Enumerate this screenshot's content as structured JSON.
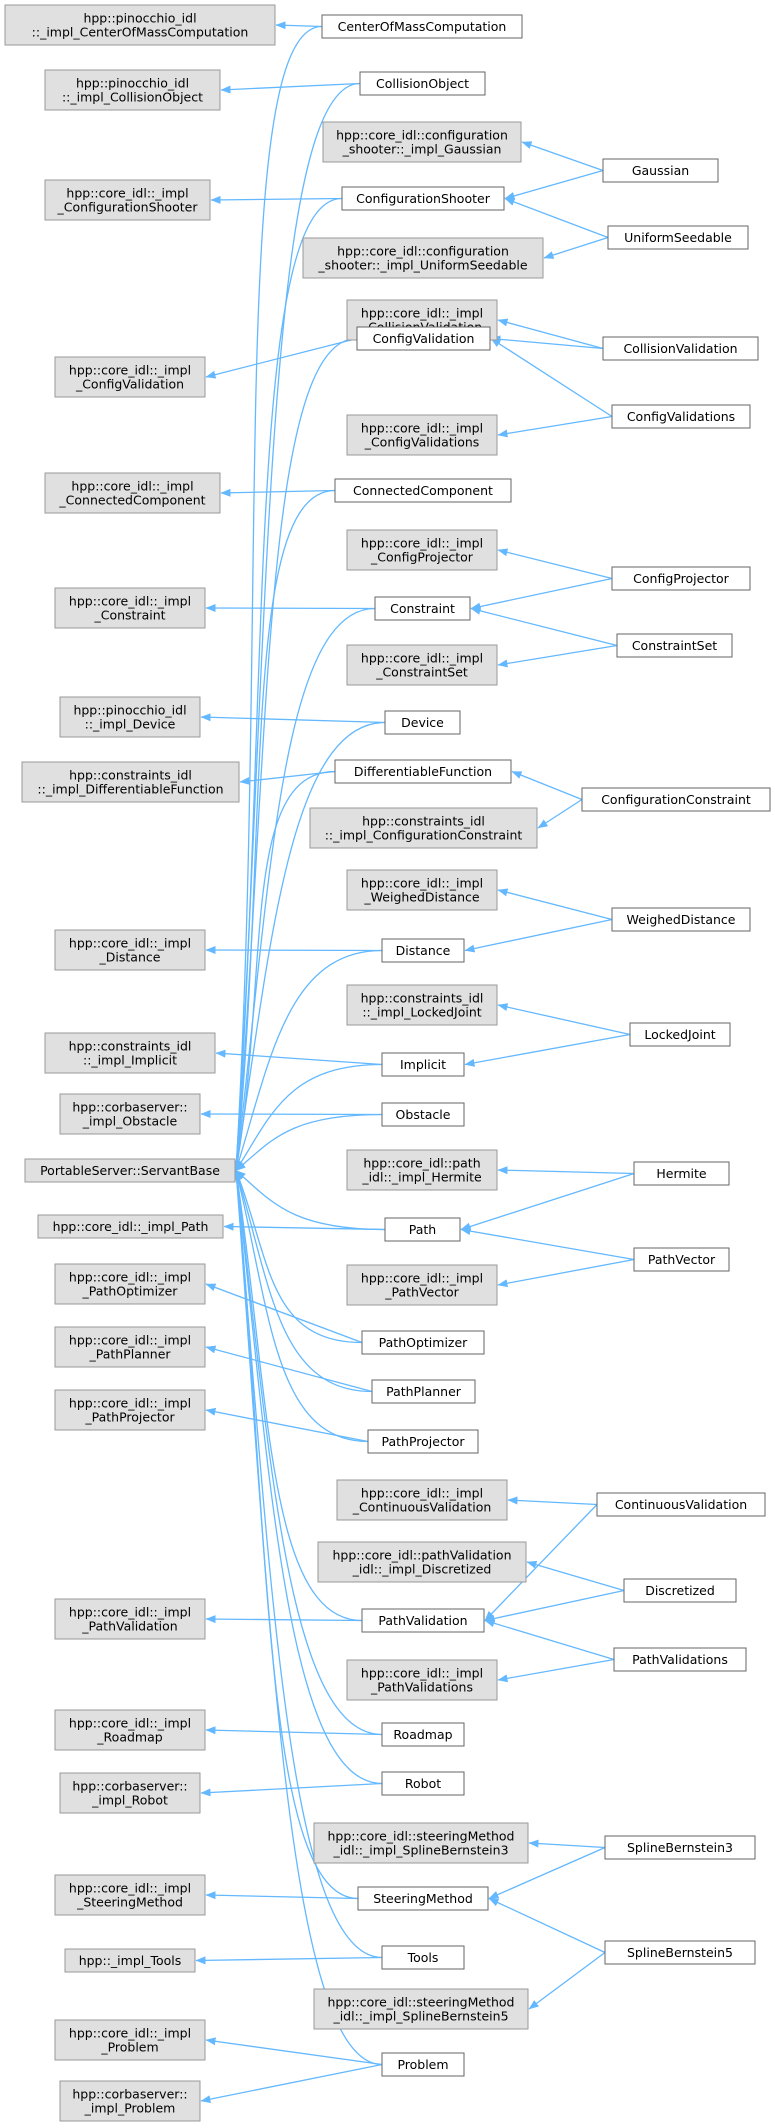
{
  "nodes": {
    "b_com": {
      "lines": [
        "hpp::pinocchio_idl",
        "::_impl_CenterOfMassComputation"
      ],
      "kind": "base"
    },
    "b_col": {
      "lines": [
        "hpp::pinocchio_idl",
        "::_impl_CollisionObject"
      ],
      "kind": "base"
    },
    "b_cs": {
      "lines": [
        "hpp::core_idl::_impl",
        "_ConfigurationShooter"
      ],
      "kind": "base"
    },
    "b_cv": {
      "lines": [
        "hpp::core_idl::_impl",
        "_ConfigValidation"
      ],
      "kind": "base"
    },
    "b_cc": {
      "lines": [
        "hpp::core_idl::_impl",
        "_ConnectedComponent"
      ],
      "kind": "base"
    },
    "b_con": {
      "lines": [
        "hpp::core_idl::_impl",
        "_Constraint"
      ],
      "kind": "base"
    },
    "b_dev": {
      "lines": [
        "hpp::pinocchio_idl",
        "::_impl_Device"
      ],
      "kind": "base"
    },
    "b_df": {
      "lines": [
        "hpp::constraints_idl",
        "::_impl_DifferentiableFunction"
      ],
      "kind": "base"
    },
    "b_dist": {
      "lines": [
        "hpp::core_idl::_impl",
        "_Distance"
      ],
      "kind": "base"
    },
    "b_imp": {
      "lines": [
        "hpp::constraints_idl",
        "::_impl_Implicit"
      ],
      "kind": "base"
    },
    "b_obs": {
      "lines": [
        "hpp::corbaserver::",
        "_impl_Obstacle"
      ],
      "kind": "base"
    },
    "psb": {
      "lines": [
        "PortableServer::ServantBase"
      ],
      "kind": "base"
    },
    "b_path": {
      "lines": [
        "hpp::core_idl::_impl_Path"
      ],
      "kind": "base"
    },
    "b_po": {
      "lines": [
        "hpp::core_idl::_impl",
        "_PathOptimizer"
      ],
      "kind": "base"
    },
    "b_pp": {
      "lines": [
        "hpp::core_idl::_impl",
        "_PathPlanner"
      ],
      "kind": "base"
    },
    "b_pproj": {
      "lines": [
        "hpp::core_idl::_impl",
        "_PathProjector"
      ],
      "kind": "base"
    },
    "b_pv": {
      "lines": [
        "hpp::core_idl::_impl",
        "_PathValidation"
      ],
      "kind": "base"
    },
    "b_rm": {
      "lines": [
        "hpp::core_idl::_impl",
        "_Roadmap"
      ],
      "kind": "base"
    },
    "b_rob": {
      "lines": [
        "hpp::corbaserver::",
        "_impl_Robot"
      ],
      "kind": "base"
    },
    "b_sm": {
      "lines": [
        "hpp::core_idl::_impl",
        "_SteeringMethod"
      ],
      "kind": "base"
    },
    "b_tools": {
      "lines": [
        "hpp::_impl_Tools"
      ],
      "kind": "base"
    },
    "b_prob1": {
      "lines": [
        "hpp::core_idl::_impl",
        "_Problem"
      ],
      "kind": "base"
    },
    "b_prob2": {
      "lines": [
        "hpp::corbaserver::",
        "_impl_Problem"
      ],
      "kind": "base"
    },
    "b_gauss": {
      "lines": [
        "hpp::core_idl::configuration",
        "_shooter::_impl_Gaussian"
      ],
      "kind": "base"
    },
    "b_us": {
      "lines": [
        "hpp::core_idl::configuration",
        "_shooter::_impl_UniformSeedable"
      ],
      "kind": "base"
    },
    "b_colv": {
      "lines": [
        "hpp::core_idl::_impl",
        "_CollisionValidation"
      ],
      "kind": "base"
    },
    "b_cvs": {
      "lines": [
        "hpp::core_idl::_impl",
        "_ConfigValidations"
      ],
      "kind": "base"
    },
    "b_cp": {
      "lines": [
        "hpp::core_idl::_impl",
        "_ConfigProjector"
      ],
      "kind": "base"
    },
    "b_cset": {
      "lines": [
        "hpp::core_idl::_impl",
        "_ConstraintSet"
      ],
      "kind": "base"
    },
    "b_confc": {
      "lines": [
        "hpp::constraints_idl",
        "::_impl_ConfigurationConstraint"
      ],
      "kind": "base"
    },
    "b_wd": {
      "lines": [
        "hpp::core_idl::_impl",
        "_WeighedDistance"
      ],
      "kind": "base"
    },
    "b_lj": {
      "lines": [
        "hpp::constraints_idl",
        "::_impl_LockedJoint"
      ],
      "kind": "base"
    },
    "b_herm": {
      "lines": [
        "hpp::core_idl::path",
        "_idl::_impl_Hermite"
      ],
      "kind": "base"
    },
    "b_pvec": {
      "lines": [
        "hpp::core_idl::_impl",
        "_PathVector"
      ],
      "kind": "base"
    },
    "b_contv": {
      "lines": [
        "hpp::core_idl::_impl",
        "_ContinuousValidation"
      ],
      "kind": "base"
    },
    "b_disc": {
      "lines": [
        "hpp::core_idl::pathValidation",
        "_idl::_impl_Discretized"
      ],
      "kind": "base"
    },
    "b_pvs": {
      "lines": [
        "hpp::core_idl::_impl",
        "_PathValidations"
      ],
      "kind": "base"
    },
    "b_sb3": {
      "lines": [
        "hpp::core_idl::steeringMethod",
        "_idl::_impl_SplineBernstein3"
      ],
      "kind": "base"
    },
    "b_sb5": {
      "lines": [
        "hpp::core_idl::steeringMethod",
        "_idl::_impl_SplineBernstein5"
      ],
      "kind": "base"
    },
    "c_com": {
      "lines": [
        "CenterOfMassComputation"
      ],
      "kind": "cls"
    },
    "c_col": {
      "lines": [
        "CollisionObject"
      ],
      "kind": "cls"
    },
    "c_cs": {
      "lines": [
        "ConfigurationShooter"
      ],
      "kind": "cls"
    },
    "c_cv": {
      "lines": [
        "ConfigValidation"
      ],
      "kind": "cls"
    },
    "c_cc": {
      "lines": [
        "ConnectedComponent"
      ],
      "kind": "cls"
    },
    "c_con": {
      "lines": [
        "Constraint"
      ],
      "kind": "cls"
    },
    "c_dev": {
      "lines": [
        "Device"
      ],
      "kind": "cls"
    },
    "c_df": {
      "lines": [
        "DifferentiableFunction"
      ],
      "kind": "cls"
    },
    "c_dist": {
      "lines": [
        "Distance"
      ],
      "kind": "cls"
    },
    "c_imp": {
      "lines": [
        "Implicit"
      ],
      "kind": "cls"
    },
    "c_obs": {
      "lines": [
        "Obstacle"
      ],
      "kind": "cls"
    },
    "c_path": {
      "lines": [
        "Path"
      ],
      "kind": "cls"
    },
    "c_po": {
      "lines": [
        "PathOptimizer"
      ],
      "kind": "cls"
    },
    "c_pp": {
      "lines": [
        "PathPlanner"
      ],
      "kind": "cls"
    },
    "c_pproj": {
      "lines": [
        "PathProjector"
      ],
      "kind": "cls"
    },
    "c_pv": {
      "lines": [
        "PathValidation"
      ],
      "kind": "cls"
    },
    "c_rm": {
      "lines": [
        "Roadmap"
      ],
      "kind": "cls"
    },
    "c_rob": {
      "lines": [
        "Robot"
      ],
      "kind": "cls"
    },
    "c_sm": {
      "lines": [
        "SteeringMethod"
      ],
      "kind": "cls"
    },
    "c_tools": {
      "lines": [
        "Tools"
      ],
      "kind": "cls"
    },
    "c_prob": {
      "lines": [
        "Problem"
      ],
      "kind": "cls"
    },
    "c_gauss": {
      "lines": [
        "Gaussian"
      ],
      "kind": "cls"
    },
    "c_us": {
      "lines": [
        "UniformSeedable"
      ],
      "kind": "cls"
    },
    "c_colv": {
      "lines": [
        "CollisionValidation"
      ],
      "kind": "cls"
    },
    "c_cvs": {
      "lines": [
        "ConfigValidations"
      ],
      "kind": "cls"
    },
    "c_cp": {
      "lines": [
        "ConfigProjector"
      ],
      "kind": "cls"
    },
    "c_cset": {
      "lines": [
        "ConstraintSet"
      ],
      "kind": "cls"
    },
    "c_confc": {
      "lines": [
        "ConfigurationConstraint"
      ],
      "kind": "cls"
    },
    "c_wd": {
      "lines": [
        "WeighedDistance"
      ],
      "kind": "cls"
    },
    "c_lj": {
      "lines": [
        "LockedJoint"
      ],
      "kind": "cls"
    },
    "c_herm": {
      "lines": [
        "Hermite"
      ],
      "kind": "cls"
    },
    "c_pvec": {
      "lines": [
        "PathVector"
      ],
      "kind": "cls"
    },
    "c_contv": {
      "lines": [
        "ContinuousValidation"
      ],
      "kind": "cls"
    },
    "c_disc": {
      "lines": [
        "Discretized"
      ],
      "kind": "cls"
    },
    "c_pvs": {
      "lines": [
        "PathValidations"
      ],
      "kind": "cls"
    },
    "c_sb3": {
      "lines": [
        "SplineBernstein3"
      ],
      "kind": "cls"
    },
    "c_sb5": {
      "lines": [
        "SplineBernstein5"
      ],
      "kind": "cls"
    }
  },
  "inheritance": [
    [
      "c_com",
      "b_com"
    ],
    [
      "c_col",
      "b_col"
    ],
    [
      "c_cs",
      "b_cs"
    ],
    [
      "c_cv",
      "b_cv"
    ],
    [
      "c_cc",
      "b_cc"
    ],
    [
      "c_con",
      "b_con"
    ],
    [
      "c_dev",
      "b_dev"
    ],
    [
      "c_df",
      "b_df"
    ],
    [
      "c_dist",
      "b_dist"
    ],
    [
      "c_imp",
      "b_imp"
    ],
    [
      "c_obs",
      "b_obs"
    ],
    [
      "c_path",
      "b_path"
    ],
    [
      "c_po",
      "b_po"
    ],
    [
      "c_pp",
      "b_pp"
    ],
    [
      "c_pproj",
      "b_pproj"
    ],
    [
      "c_pv",
      "b_pv"
    ],
    [
      "c_rm",
      "b_rm"
    ],
    [
      "c_rob",
      "b_rob"
    ],
    [
      "c_sm",
      "b_sm"
    ],
    [
      "c_tools",
      "b_tools"
    ],
    [
      "c_prob",
      "b_prob1"
    ],
    [
      "c_prob",
      "b_prob2"
    ],
    [
      "c_gauss",
      "b_gauss"
    ],
    [
      "c_gauss",
      "c_cs"
    ],
    [
      "c_us",
      "b_us"
    ],
    [
      "c_us",
      "c_cs"
    ],
    [
      "c_colv",
      "b_colv"
    ],
    [
      "c_colv",
      "c_cv"
    ],
    [
      "c_cvs",
      "b_cvs"
    ],
    [
      "c_cvs",
      "c_cv"
    ],
    [
      "c_cp",
      "b_cp"
    ],
    [
      "c_cp",
      "c_con"
    ],
    [
      "c_cset",
      "b_cset"
    ],
    [
      "c_cset",
      "c_con"
    ],
    [
      "c_confc",
      "b_confc"
    ],
    [
      "c_confc",
      "c_df"
    ],
    [
      "c_wd",
      "b_wd"
    ],
    [
      "c_wd",
      "c_dist"
    ],
    [
      "c_lj",
      "b_lj"
    ],
    [
      "c_lj",
      "c_imp"
    ],
    [
      "c_herm",
      "b_herm"
    ],
    [
      "c_herm",
      "c_path"
    ],
    [
      "c_pvec",
      "b_pvec"
    ],
    [
      "c_pvec",
      "c_path"
    ],
    [
      "c_contv",
      "b_contv"
    ],
    [
      "c_contv",
      "c_pv"
    ],
    [
      "c_disc",
      "b_disc"
    ],
    [
      "c_disc",
      "c_pv"
    ],
    [
      "c_pvs",
      "b_pvs"
    ],
    [
      "c_pvs",
      "c_pv"
    ],
    [
      "c_sb3",
      "b_sb3"
    ],
    [
      "c_sb3",
      "c_sm"
    ],
    [
      "c_sb5",
      "b_sb5"
    ],
    [
      "c_sb5",
      "c_sm"
    ]
  ],
  "servant_base_children": [
    "c_com",
    "c_col",
    "c_cs",
    "c_cv",
    "c_cc",
    "c_con",
    "c_dev",
    "c_df",
    "c_dist",
    "c_imp",
    "c_obs",
    "c_path",
    "c_po",
    "c_pp",
    "c_pproj",
    "c_pv",
    "c_rm",
    "c_rob",
    "c_sm",
    "c_tools",
    "c_prob"
  ],
  "colors": {
    "edge": "#63b8ff",
    "base_fill": "#e0e0e0",
    "base_stroke": "#999999",
    "class_fill": "#ffffff",
    "class_stroke": "#666666"
  }
}
